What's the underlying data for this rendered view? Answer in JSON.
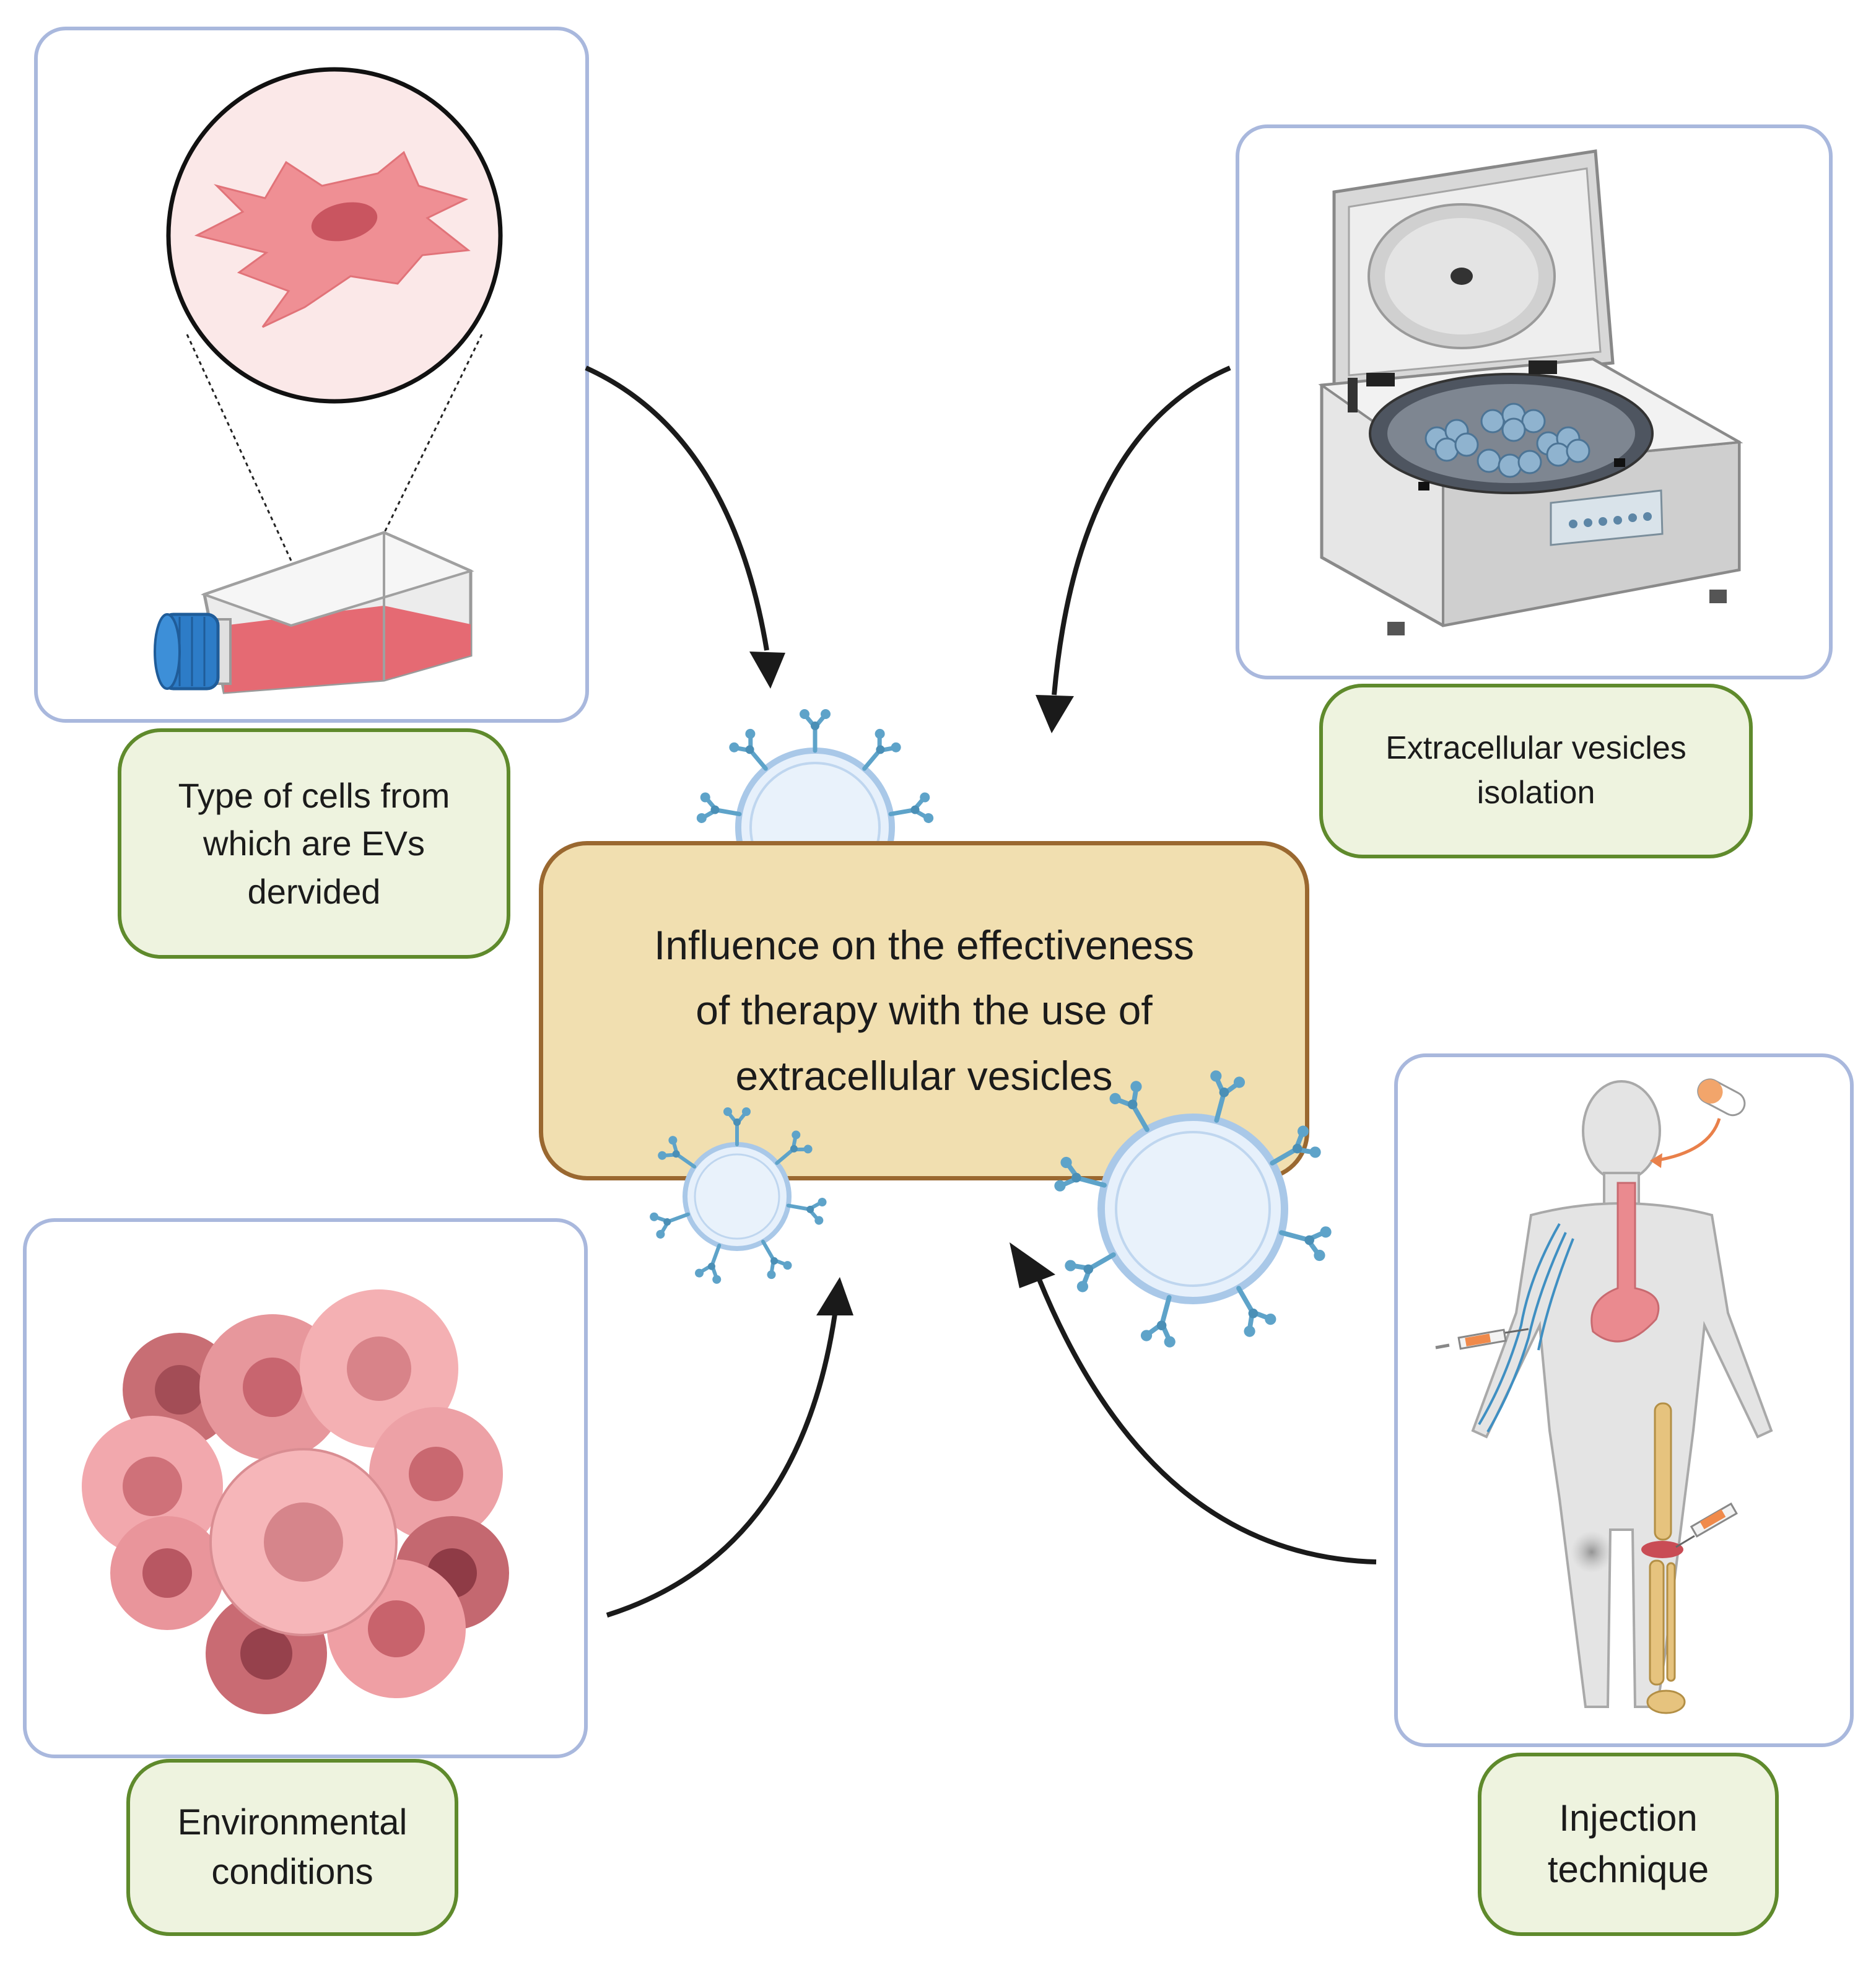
{
  "center": {
    "text": "Influence on the effectiveness\nof therapy with the use of\nextracellular vesicles"
  },
  "factors": {
    "cell_type": "Type of cells from\nwhich are EVs\ndervided",
    "isolation": "Extracellular vesicles\nisolation",
    "environment": "Environmental\nconditions",
    "injection": "Injection\ntechnique"
  },
  "colors": {
    "panel_border": "#a9b8dd",
    "label_fill": "#eef3df",
    "label_border": "#5f8a2c",
    "center_fill": "#f1dfb0",
    "center_border": "#9a6830",
    "arrow": "#1a1a1a",
    "vesicle": "#5ea3c9",
    "cell_pink": "#e8858a"
  },
  "icons": {
    "cell_type": "culture-flask-with-magnified-cell-icon",
    "isolation": "centrifuge-icon",
    "environment": "cell-cluster-icon",
    "injection": "human-body-injection-icon",
    "vesicles": "extracellular-vesicle-icon"
  }
}
